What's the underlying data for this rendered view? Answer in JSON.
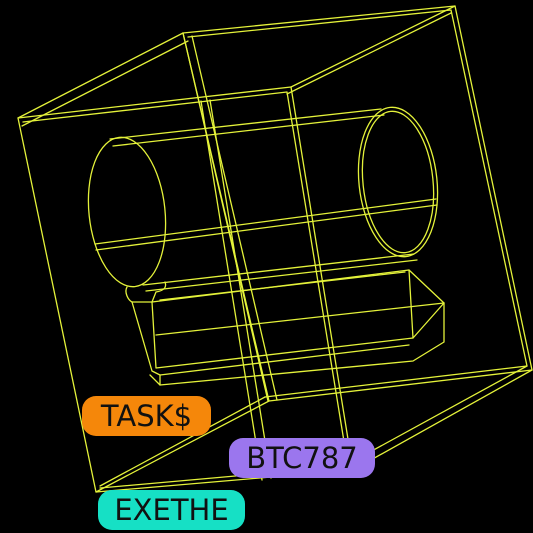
{
  "colors": {
    "background": "#000000",
    "wireframe": "#e4f23a",
    "tag_task": "#f5870a",
    "tag_btc": "#9b76ee",
    "tag_exe": "#16e0c5"
  },
  "tags": {
    "task": "TASK$",
    "btc": "BTC787",
    "exe": "EXETHE"
  }
}
